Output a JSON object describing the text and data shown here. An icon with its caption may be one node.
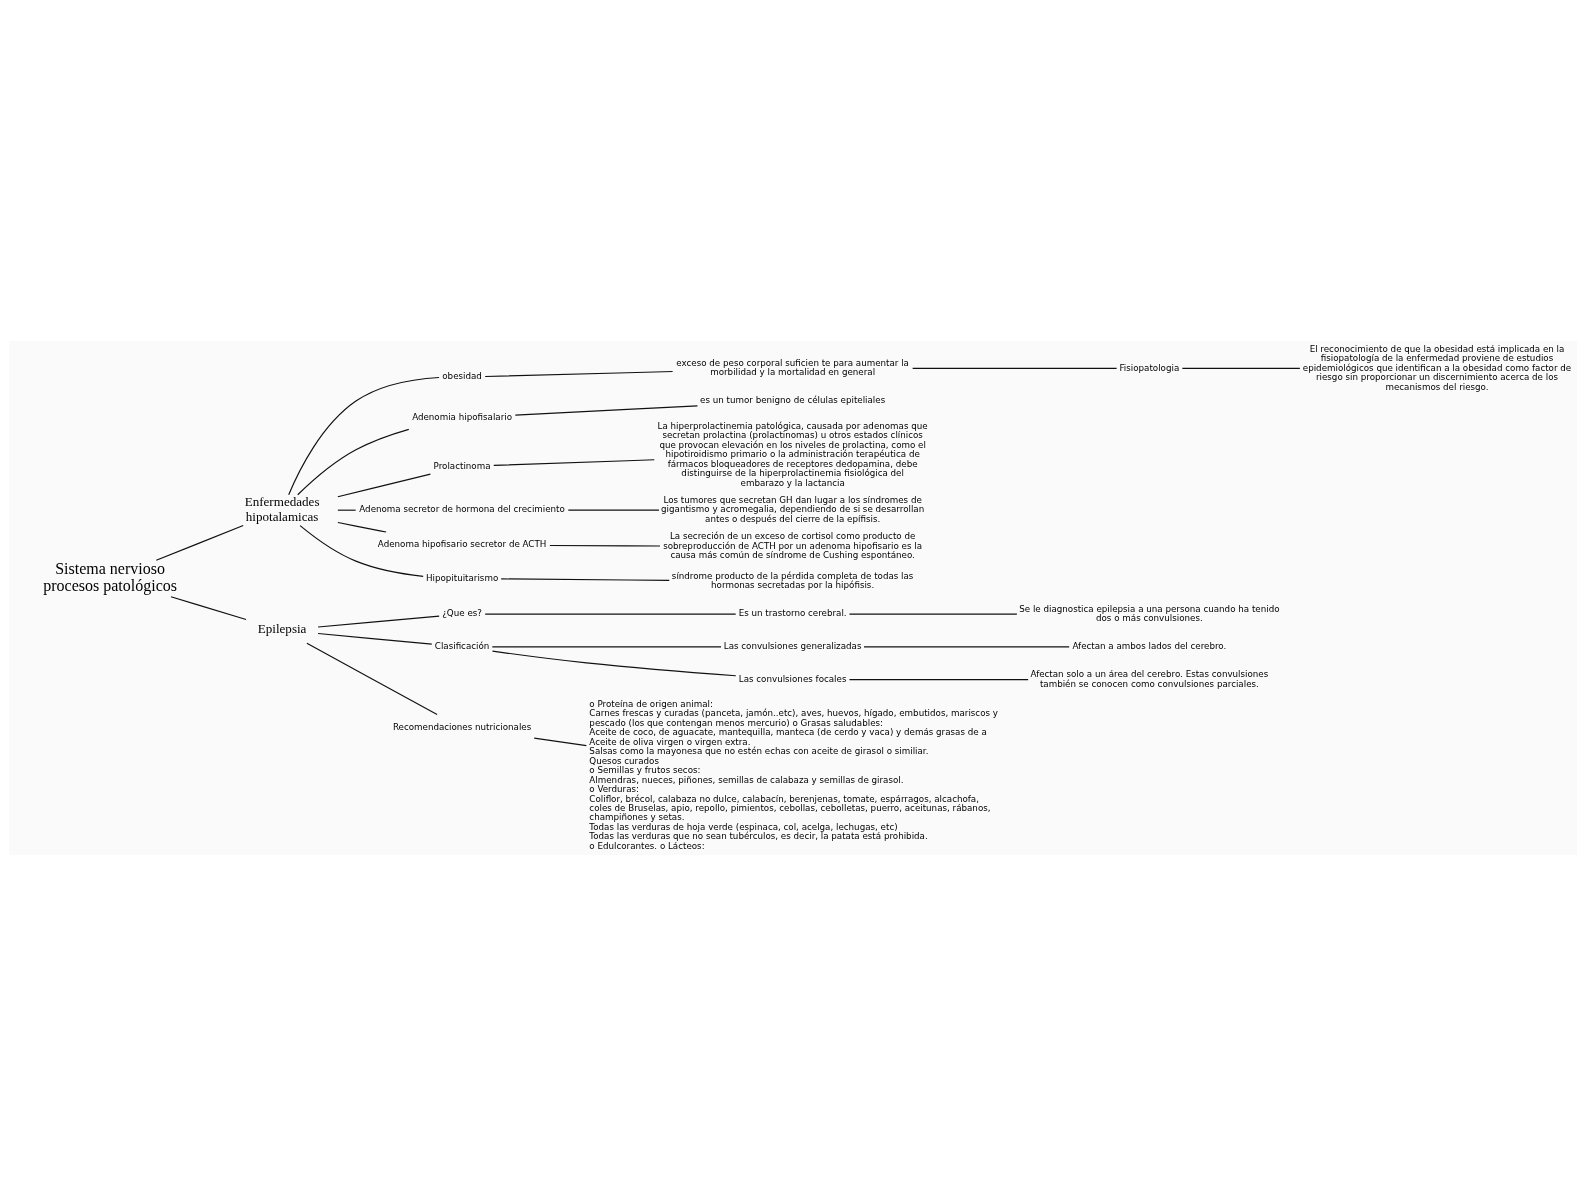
{
  "diagram": {
    "nodes": [
      {
        "text": [
          "Sistema nervioso procesos patológicos"
        ]
      },
      {
        "text": [
          "Enfermedades hipotalamicas"
        ]
      },
      {
        "text": [
          "Epilepsia"
        ]
      },
      {
        "text": [
          "obesidad"
        ]
      },
      {
        "text": [
          "exceso de peso corporal suficien te para aumentar la morbilidad y la mortalidad en general"
        ]
      },
      {
        "text": [
          "Fisiopatologia"
        ]
      },
      {
        "text": [
          "El reconocimiento de que la obesidad está implicada en la fisiopatología de la enfermedad proviene de estudios epidemiológicos que identifican a la obesidad como factor de riesgo sin proporcionar un discernimiento acerca de los mecanismos del riesgo."
        ]
      },
      {
        "text": [
          "Adenomia hipofisalario"
        ]
      },
      {
        "text": [
          "es un tumor benigno de células epiteliales"
        ]
      },
      {
        "text": [
          "Prolactinoma"
        ]
      },
      {
        "text": [
          "La hiperprolactinemia patológica, causada por adenomas que secretan prolactina (prolactinomas) u otros estados clínicos que provocan elevación en los niveles de prolactina, como el hipotiroidismo primario o la administración terapéutica de fármacos bloqueadores de receptores dedopamina, debe distinguirse de la hiperprolactinemia fisiológica del embarazo y la lactancia"
        ]
      },
      {
        "text": [
          "Adenoma secretor de hormona del crecimiento"
        ]
      },
      {
        "text": [
          "Los tumores que secretan GH dan lugar a los síndromes de gigantismo y acromegalia, dependiendo de si se desarrollan antes o después del cierre de la epífisis."
        ]
      },
      {
        "text": [
          "Adenoma hipofisario secretor de ACTH"
        ]
      },
      {
        "text": [
          "La secreción de un exceso de cortisol como producto de sobreproducción de ACTH por un adenoma hipofisario es la causa más común de síndrome de Cushing espontáneo."
        ]
      },
      {
        "text": [
          "Hipopituitarismo"
        ]
      },
      {
        "text": [
          "síndrome producto de la pérdida completa de todas las hormonas secretadas por la hipófisis."
        ]
      },
      {
        "text": [
          "¿Que es?"
        ]
      },
      {
        "text": [
          "Es un trastorno cerebral."
        ]
      },
      {
        "text": [
          "Se le diagnostica epilepsia a una persona cuando ha tenido dos o más convulsiones."
        ]
      },
      {
        "text": [
          "Clasificación"
        ]
      },
      {
        "text": [
          "Las convulsiones generalizadas"
        ]
      },
      {
        "text": [
          "Afectan a ambos lados del cerebro."
        ]
      },
      {
        "text": [
          "Las convulsiones focales"
        ]
      },
      {
        "text": [
          "Afectan solo a un área del cerebro. Estas convulsiones también se conocen como convulsiones parciales."
        ]
      },
      {
        "text": [
          "Recomendaciones nutricionales"
        ]
      },
      {
        "text": [
          "o Proteína de origen animal:",
          "Carnes frescas y curadas (panceta, jamón..etc), aves, huevos, hígado, embutidos, mariscos y pescado (los que contengan menos mercurio) o Grasas saludables:",
          "Aceite de coco, de aguacate, mantequilla, manteca (de cerdo y vaca) y demás grasas de a",
          "Aceite de oliva virgen o virgen extra.",
          "Salsas como la mayonesa que no estén echas con aceite de girasol o similiar.",
          "Quesos curados",
          "o Semillas y frutos secos:",
          "Almendras, nueces, piñones, semillas de calabaza y semillas de girasol.",
          "o Verduras:",
          "Coliflor, brécol, calabaza no dulce, calabacín, berenjenas, tomate, espárragos, alcachofa, coles de Bruselas, apio, repollo, pimientos, cebollas, cebolletas, puerro, aceitunas, rábanos, champiñones y setas.",
          "Todas las verduras de hoja verde (espinaca, col, acelga, lechugas, etc)",
          "Todas las verduras que no sean tubérculos, es decir, la patata está prohibida.",
          "o Edulcorantes. o Lácteos:"
        ]
      }
    ],
    "edges": [
      {
        "from": 0,
        "to": 1,
        "arrow": "none"
      },
      {
        "from": 0,
        "to": 2,
        "arrow": "none"
      },
      {
        "from": 1,
        "to": 3,
        "arrow": "none"
      },
      {
        "from": 1,
        "to": 7,
        "arrow": "none"
      },
      {
        "from": 1,
        "to": 9,
        "arrow": "none"
      },
      {
        "from": 1,
        "to": 11,
        "arrow": "none"
      },
      {
        "from": 1,
        "to": 13,
        "arrow": "none"
      },
      {
        "from": 1,
        "to": 15,
        "arrow": "none"
      },
      {
        "from": 3,
        "to": 4,
        "arrow": "none"
      },
      {
        "from": 4,
        "to": 5,
        "arrow": "none"
      },
      {
        "from": 5,
        "to": 6,
        "arrow": "none"
      },
      {
        "from": 7,
        "to": 8,
        "arrow": "none"
      },
      {
        "from": 9,
        "to": 10,
        "arrow": "none"
      },
      {
        "from": 11,
        "to": 12,
        "arrow": "none"
      },
      {
        "from": 13,
        "to": 14,
        "arrow": "none"
      },
      {
        "from": 15,
        "to": 16,
        "arrow": "none"
      },
      {
        "from": 2,
        "to": 17,
        "arrow": "none"
      },
      {
        "from": 2,
        "to": 20,
        "arrow": "none"
      },
      {
        "from": 2,
        "to": 25,
        "arrow": "none"
      },
      {
        "from": 17,
        "to": 18,
        "arrow": "none"
      },
      {
        "from": 18,
        "to": 19,
        "arrow": "none"
      },
      {
        "from": 20,
        "to": 21,
        "arrow": "none"
      },
      {
        "from": 20,
        "to": 23,
        "arrow": "none"
      },
      {
        "from": 21,
        "to": 22,
        "arrow": "none"
      },
      {
        "from": 23,
        "to": 24,
        "arrow": "none"
      },
      {
        "from": 25,
        "to": 26,
        "arrow": "none"
      }
    ]
  }
}
